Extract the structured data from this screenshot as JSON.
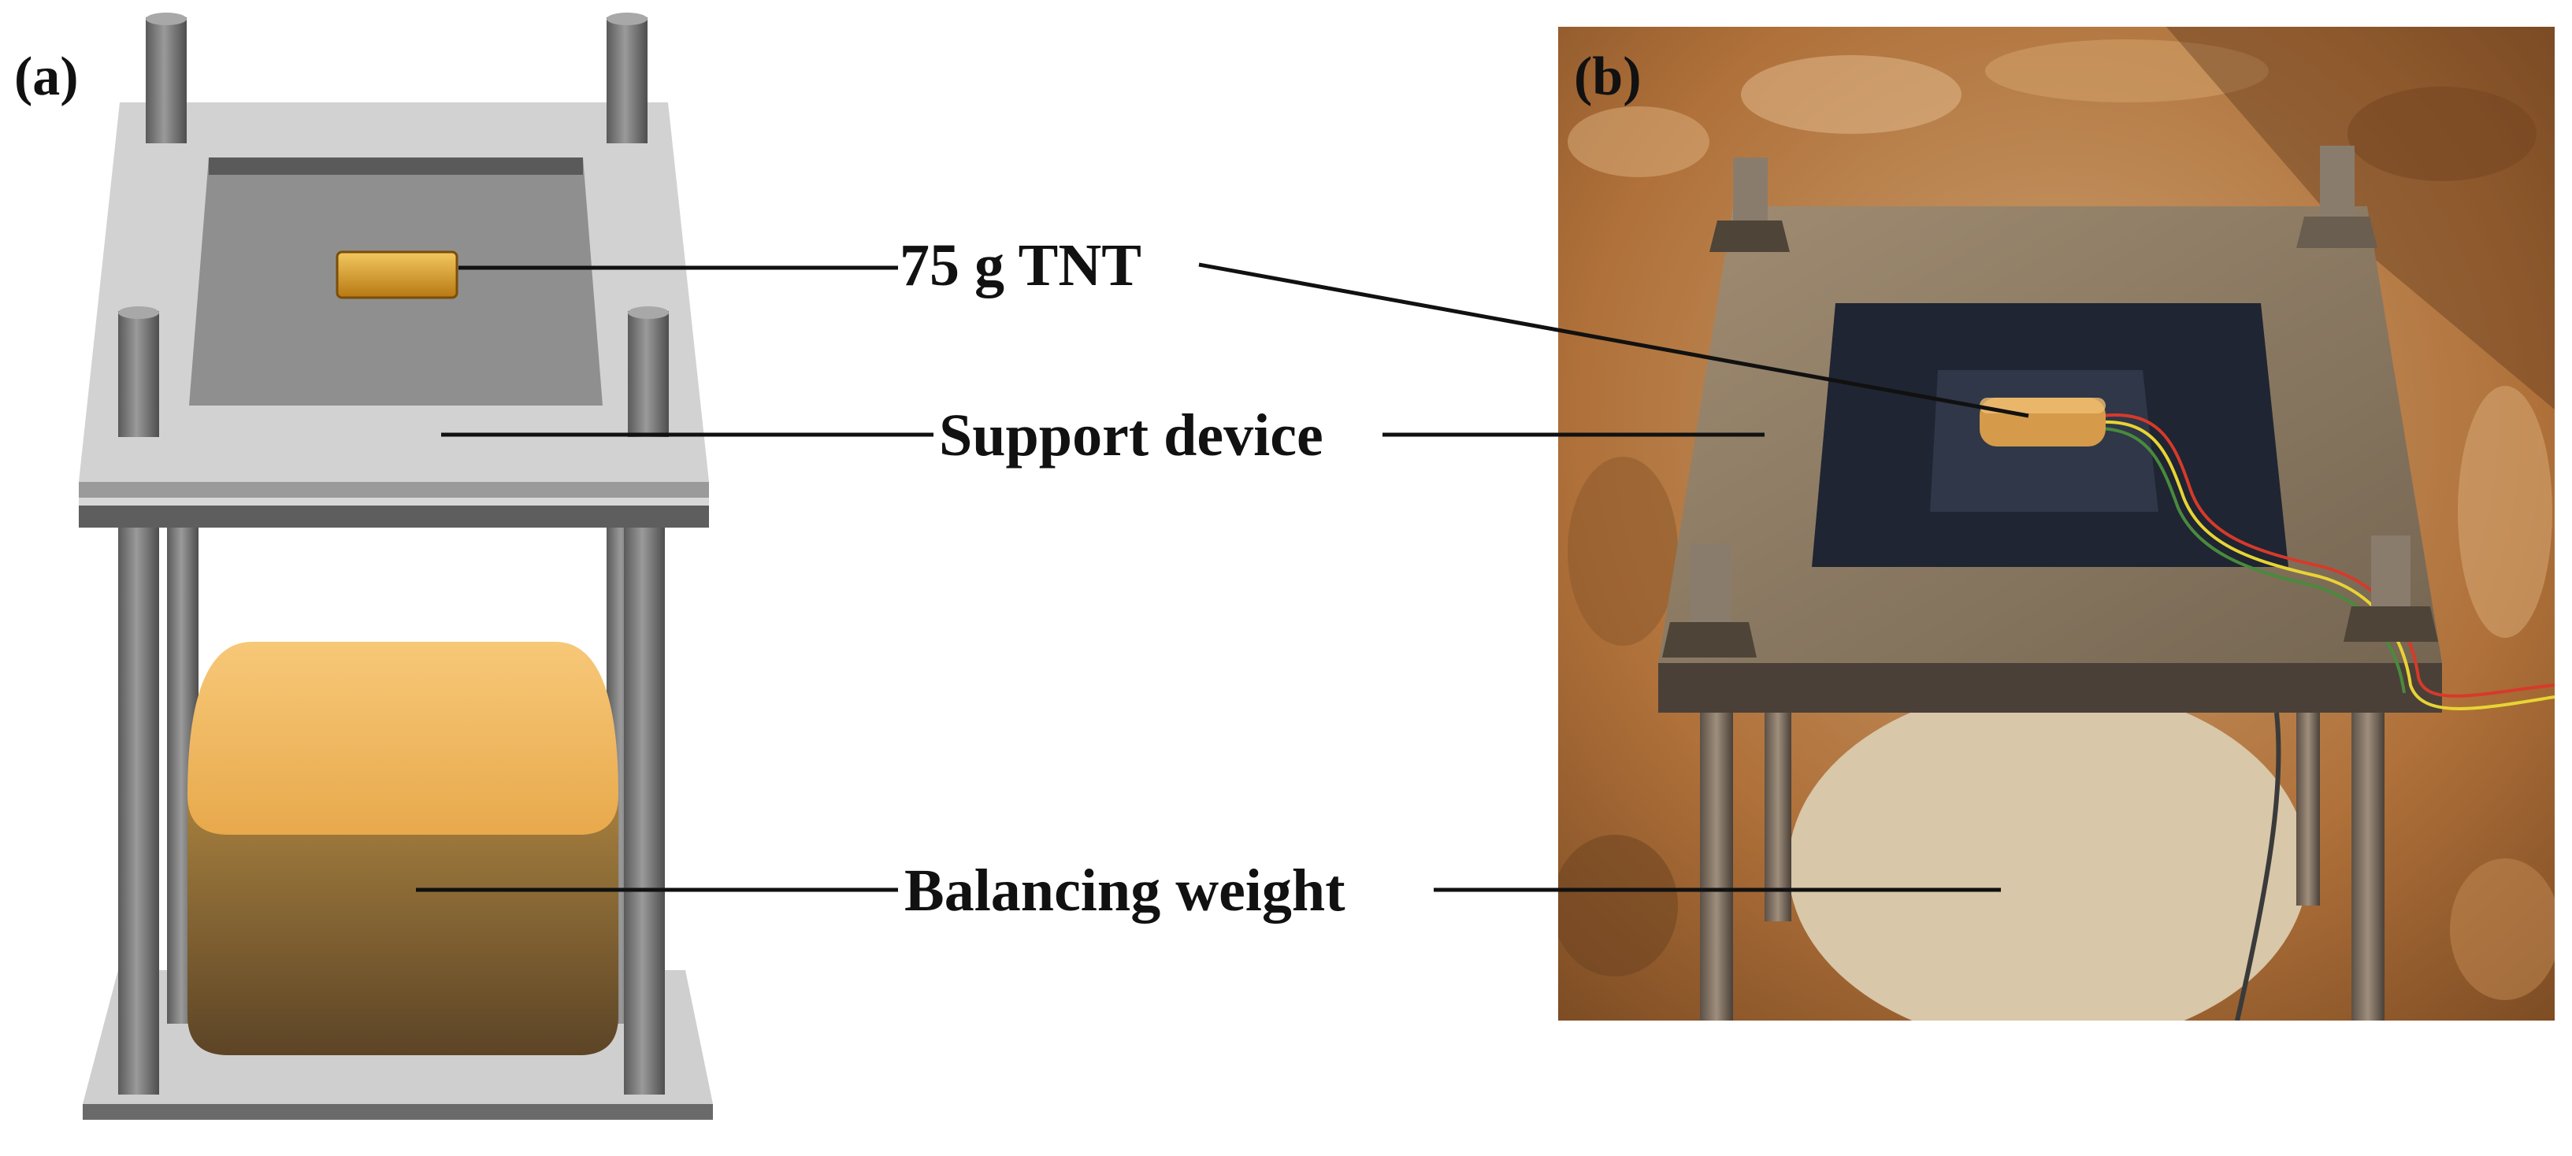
{
  "panels": {
    "a": {
      "label": "(a)"
    },
    "b": {
      "label": "(b)"
    }
  },
  "callouts": {
    "tnt": "75 g TNT",
    "support": "Support device",
    "weight": "Balancing weight"
  },
  "colors": {
    "plate": "#c8c8c8",
    "plate_top": "#d4d4d4",
    "recess": "#8e8e8e",
    "rod": "#6e6e6e",
    "weight_top": "#f2b85c",
    "weight_side": "#6e5330",
    "charge": "#e0a030",
    "soil": "#b8753c",
    "photo_plate": "#8a7a66",
    "photo_recess": "#1e2430",
    "leader": "#111111"
  }
}
